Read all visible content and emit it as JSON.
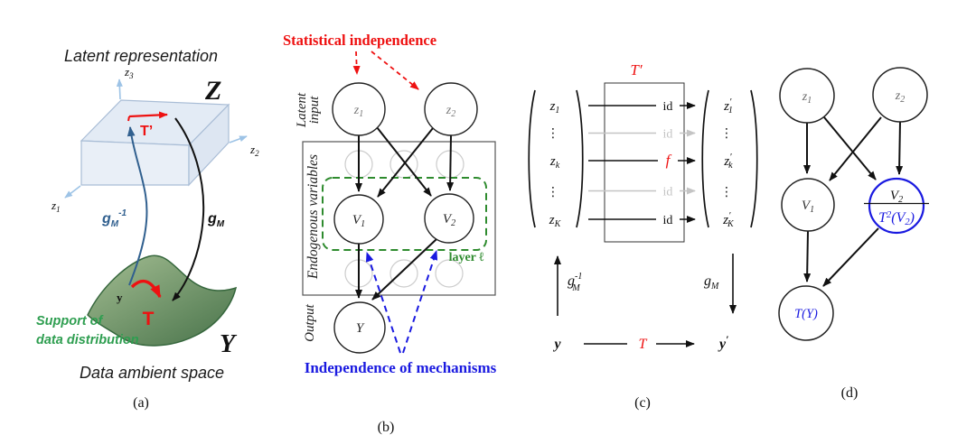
{
  "colors": {
    "red": "#ee1111",
    "blue": "#1a1ae0",
    "green_box": "#2e8b2e",
    "green_text": "#2e9e50",
    "steel": "#31608f",
    "gray": "#c4c4c4"
  },
  "a": {
    "caption": "(a)",
    "title": "Latent representation",
    "z_symbol": "Z",
    "y_symbol": "Y",
    "axis_z1": {
      "base": "z",
      "sub": "1"
    },
    "axis_z2": {
      "base": "z",
      "sub": "2"
    },
    "axis_z3": {
      "base": "z",
      "sub": "3"
    },
    "t_prime": "T’",
    "g_inv": {
      "base": "g",
      "sub": "M",
      "sup": "-1"
    },
    "g_fwd": {
      "base": "g",
      "sub": "M"
    },
    "y_point": "y",
    "t_map": "T",
    "support_line1": "Support of",
    "support_line2": "data distribution",
    "ambient": "Data ambient space"
  },
  "b": {
    "caption": "(b)",
    "stat_label": "Statistical independence",
    "latent_line1": "Latent",
    "latent_line2": "input",
    "endogenous_label": "Endogenous variables",
    "output_label": "Output",
    "layer_label": "layer ℓ",
    "z1": {
      "base": "z",
      "sub": "1"
    },
    "z2": {
      "base": "z",
      "sub": "2"
    },
    "v1": {
      "base": "V",
      "sub": "1"
    },
    "v2": {
      "base": "V",
      "sub": "2"
    },
    "y_node": "Y",
    "iom_label": "Independence of mechanisms"
  },
  "c": {
    "caption": "(c)",
    "t_prime": "T′",
    "dots": "⋮",
    "z1": {
      "base": "z",
      "sub": "1"
    },
    "zk": {
      "base": "z",
      "sub": "k"
    },
    "zK": {
      "base": "z",
      "sub": "K"
    },
    "z1p": {
      "base": "z",
      "prime": "′",
      "sub": "1"
    },
    "zkp": {
      "base": "z",
      "prime": "′",
      "sub": "k"
    },
    "zKp": {
      "base": "z",
      "prime": "′",
      "sub": "K"
    },
    "rows": [
      {
        "label": "id"
      },
      {
        "label": "id"
      },
      {
        "label": "f"
      },
      {
        "label": "id"
      },
      {
        "label": "id"
      }
    ],
    "g_inv": {
      "base": "g",
      "sup": "-1",
      "sub": "M"
    },
    "g_fwd": {
      "base": "g",
      "sub": "M"
    },
    "y_in": "y",
    "t_map": "T",
    "y_out": {
      "base": "y",
      "prime": "′"
    }
  },
  "d": {
    "caption": "(d)",
    "z1": {
      "base": "z",
      "sub": "1"
    },
    "z2": {
      "base": "z",
      "sub": "2"
    },
    "v1": {
      "base": "V",
      "sub": "1"
    },
    "v2": {
      "base": "V",
      "sub": "2"
    },
    "t2v2": {
      "t": "T",
      "sup": "2",
      "open": "(V",
      "sub": "2",
      "close": ")"
    },
    "ty": "T(Y)"
  }
}
